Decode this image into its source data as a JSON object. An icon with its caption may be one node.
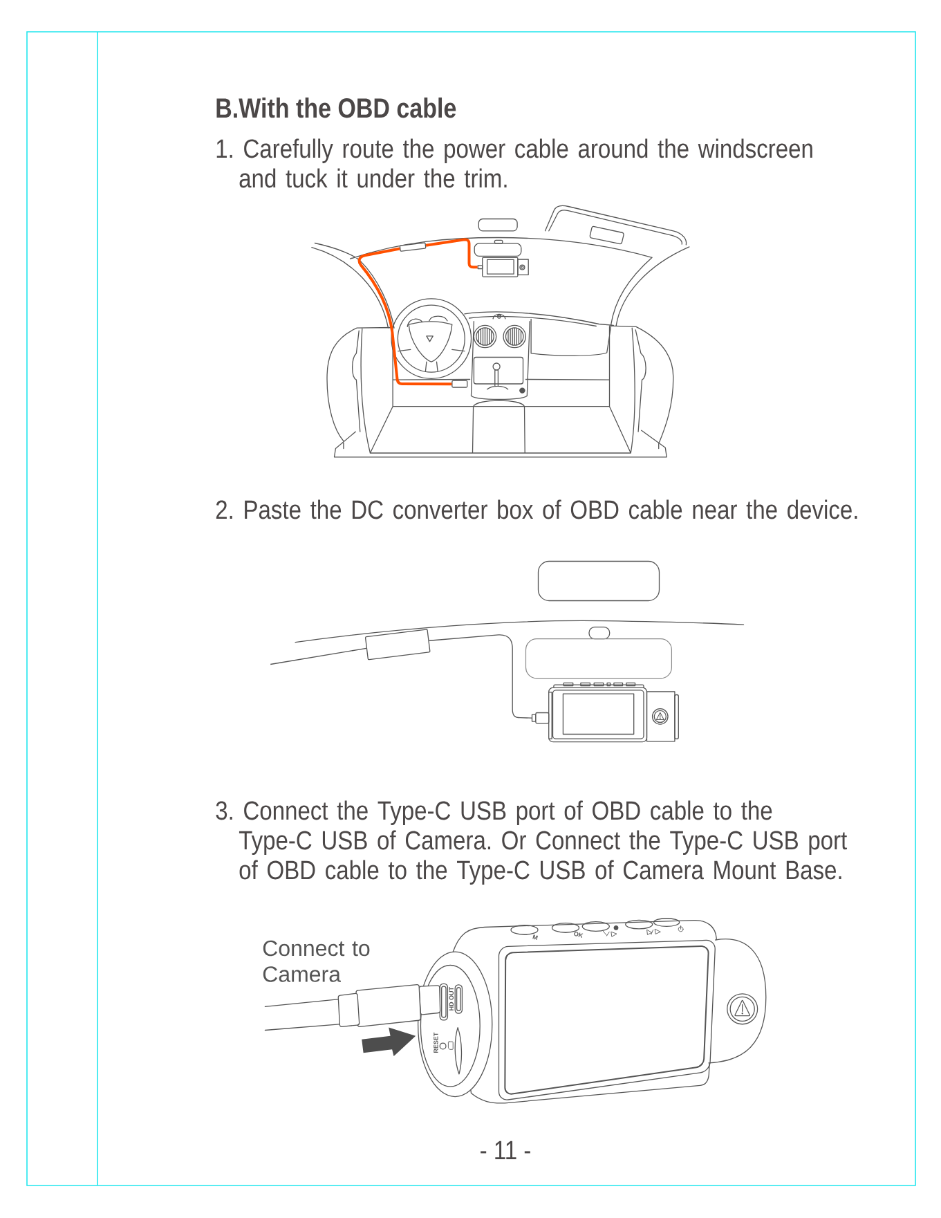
{
  "diagram": {
    "title": "B.With the OBD cable",
    "nodes": [
      {
        "text": [],
        "shape": "box"
      },
      {
        "text": [],
        "shape": "box"
      },
      {
        "text": [],
        "shape": "box"
      },
      {
        "text": [],
        "shape": "box"
      },
      {
        "text": [],
        "shape": "picture"
      }
    ],
    "edges": [
      {
        "from": 2,
        "to": 0,
        "arrow": "none",
        "style": "thick",
        "color": "#ff5000"
      },
      {
        "from": 0,
        "to": 1,
        "arrow": "none",
        "style": "thick",
        "color": "#ff5000"
      },
      {
        "from": null,
        "to": 3,
        "arrow": "none",
        "color": "#555555"
      },
      {
        "from": 3,
        "to": 4,
        "arrow": "none",
        "color": "#555555"
      }
    ],
    "labels": [
      "1. Carefully route the power cable around the windscreen and tuck it under the trim.",
      "2. Paste the DC converter box of OBD cable near the device.",
      "3. Connect the Type-C USB port of OBD cable to the Type-C USB of Camera. Or Connect the Type-C USB port of OBD cable to the Type-C USB of Camera Mount Base.",
      "Connect to Camera",
      "M",
      "OK",
      "HD OUT",
      "RESET",
      "- 11 -"
    ]
  }
}
